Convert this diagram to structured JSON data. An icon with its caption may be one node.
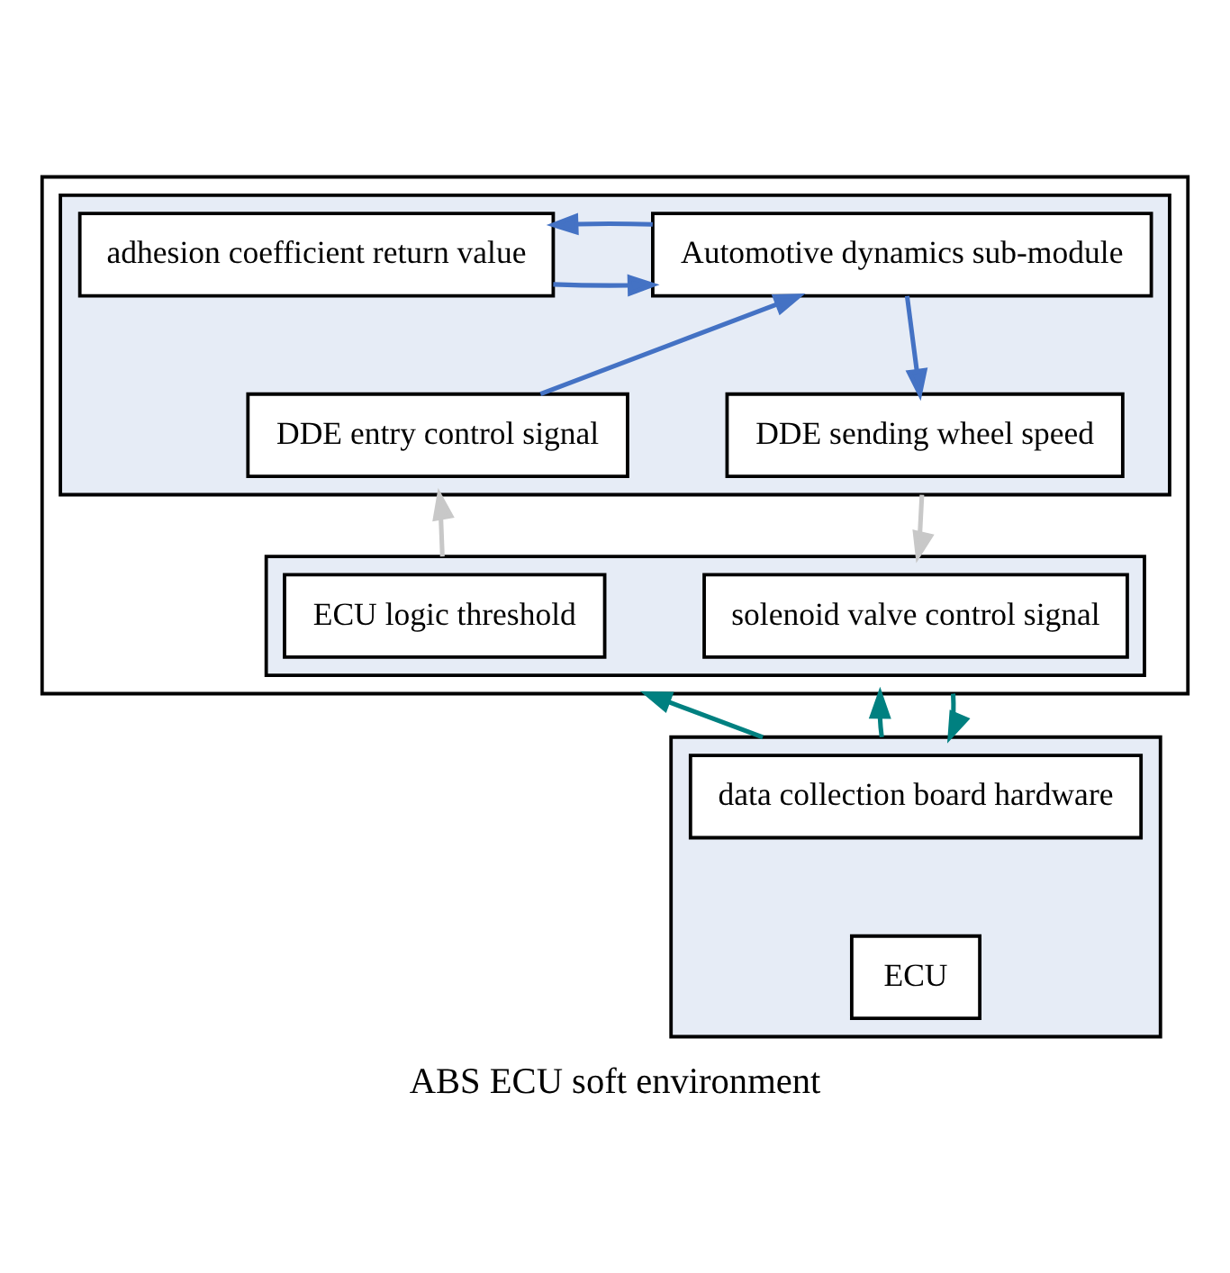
{
  "diagram": {
    "caption": "ABS ECU soft environment",
    "nodes": [
      {
        "text": [],
        "shape": "box"
      },
      {
        "text": [],
        "shape": "box",
        "in": 0
      },
      {
        "text": [
          "Automotive dynamics sub-module"
        ],
        "in": 1
      },
      {
        "text": [
          "adhesion coefficient return value"
        ],
        "in": 1
      },
      {
        "text": [
          "DDE entry control signal"
        ],
        "in": 1
      },
      {
        "text": [
          "DDE sending wheel speed"
        ],
        "in": 1
      },
      {
        "text": [],
        "shape": "box",
        "in": 0
      },
      {
        "text": [
          "ECU logic threshold"
        ],
        "in": 6
      },
      {
        "text": [
          "solenoid valve control signal"
        ],
        "in": 6
      },
      {
        "text": [],
        "shape": "box"
      },
      {
        "text": [
          "data collection board hardware"
        ],
        "in": 9
      },
      {
        "text": [
          "ECU"
        ],
        "in": 9
      }
    ],
    "edges": [
      {
        "from": 3,
        "to": 2,
        "arrow": "to"
      },
      {
        "from": 2,
        "to": 3,
        "arrow": "to"
      },
      {
        "from": 2,
        "to": 5,
        "arrow": "to"
      },
      {
        "from": 4,
        "to": 2,
        "arrow": "to"
      },
      {
        "from": 6,
        "to": 1,
        "arrow": "to",
        "color": "#c8c8c8"
      },
      {
        "from": 1,
        "to": 6,
        "arrow": "to",
        "color": "#c8c8c8"
      },
      {
        "from": 9,
        "to": 0,
        "arrow": "to",
        "color": "#008080"
      },
      {
        "from": 9,
        "to": 0,
        "arrow": "to",
        "color": "#008080"
      },
      {
        "from": 0,
        "to": 9,
        "arrow": "to",
        "color": "#008080"
      }
    ]
  }
}
